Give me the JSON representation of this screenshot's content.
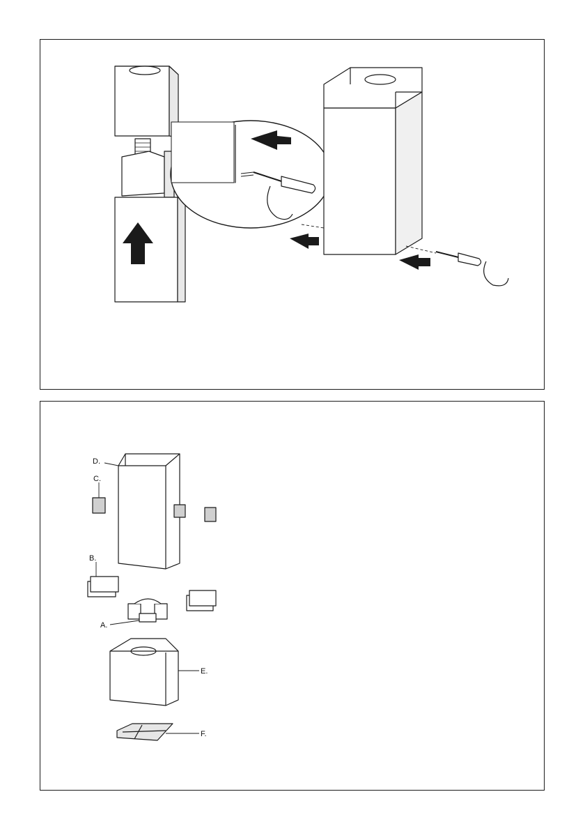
{
  "parts": {
    "A": {
      "label": "A."
    },
    "B": {
      "label": "B."
    },
    "C": {
      "label": "C."
    },
    "D": {
      "label": "D."
    },
    "E": {
      "label": "E."
    },
    "F": {
      "label": "F."
    }
  },
  "colors": {
    "line": "#1a1a1a",
    "shade": "#d0d0d0",
    "dark": "#1a1a1a",
    "light": "#f2f2f2"
  }
}
